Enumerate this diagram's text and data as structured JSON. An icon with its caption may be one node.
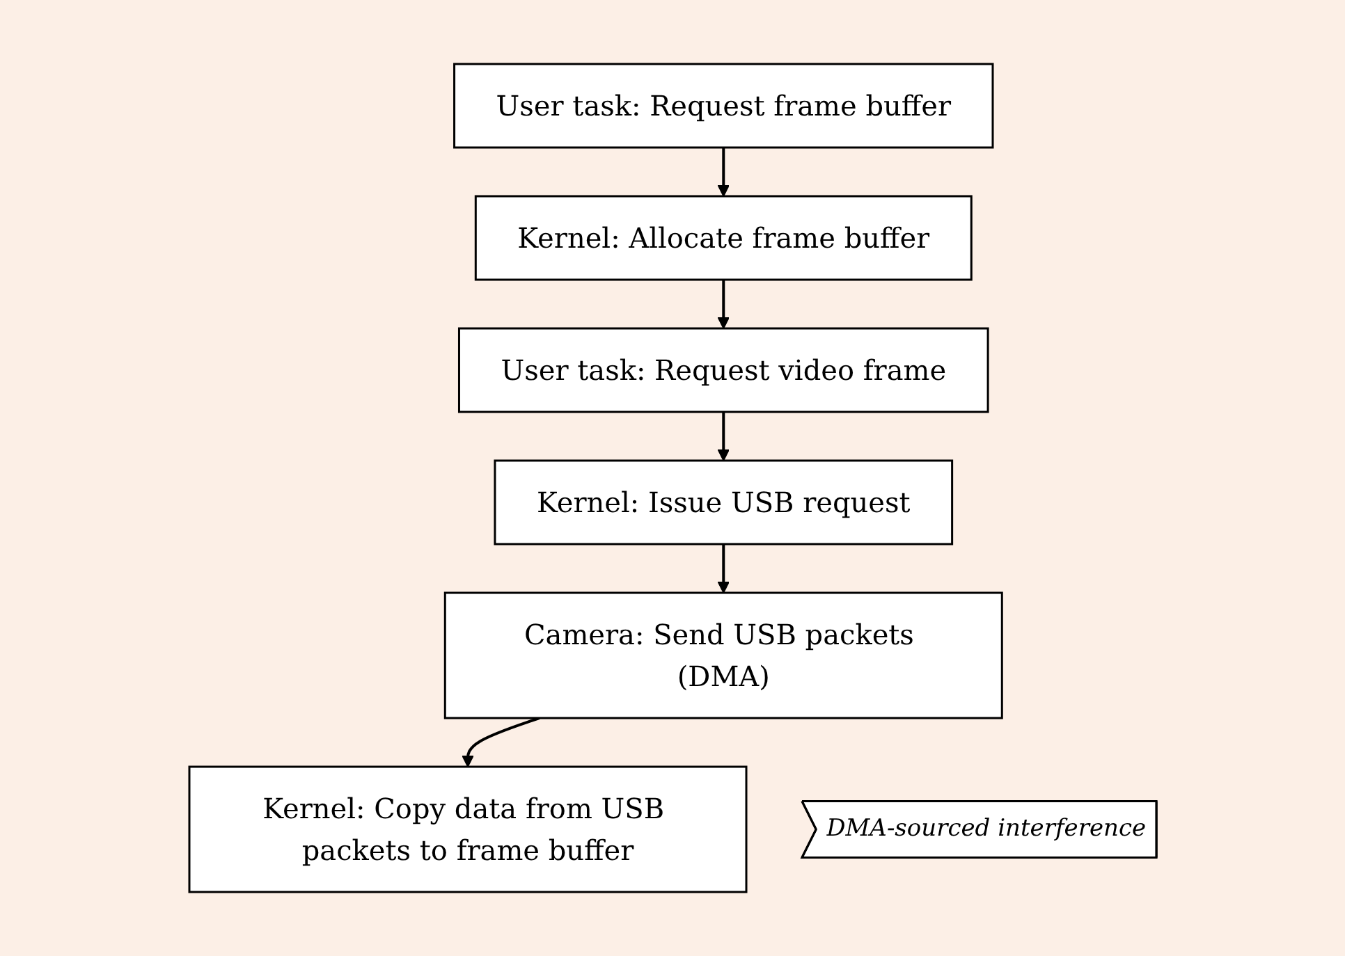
{
  "diagram": {
    "nodes": [
      {
        "text": [
          "User task: Request frame buffer"
        ]
      },
      {
        "text": [
          "Kernel: Allocate frame buffer"
        ]
      },
      {
        "text": [
          "User task: Request video frame"
        ]
      },
      {
        "text": [
          "Kernel: Issue USB request"
        ]
      },
      {
        "text": [
          "Camera: Send USB packets (DMA)"
        ]
      },
      {
        "text": [
          "Kernel: Copy data from USB packets to frame buffer"
        ]
      },
      {
        "text": [
          "DMA-sourced interference"
        ]
      }
    ],
    "edges": [
      {
        "from": 0,
        "to": 1,
        "arrow": "to"
      },
      {
        "from": 1,
        "to": 2,
        "arrow": "to"
      },
      {
        "from": 2,
        "to": 3,
        "arrow": "to"
      },
      {
        "from": 3,
        "to": 4,
        "arrow": "to"
      },
      {
        "from": 4,
        "to": 5,
        "arrow": "to"
      }
    ]
  }
}
